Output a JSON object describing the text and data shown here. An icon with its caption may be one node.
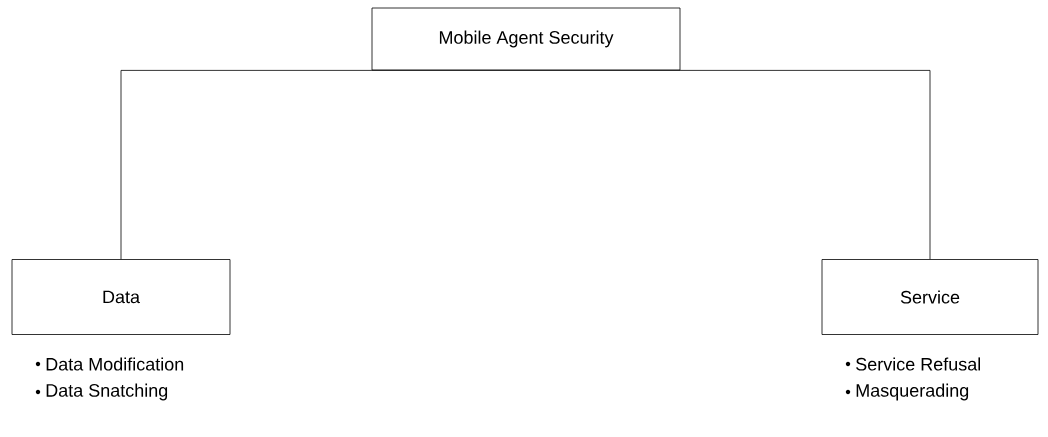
{
  "diagram": {
    "nodes": [
      {
        "text": [
          "Mobile Agent Security"
        ]
      },
      {
        "text": [
          "Data"
        ],
        "beside": [
          "Data Modification",
          "Data Snatching"
        ]
      },
      {
        "text": [
          "Service"
        ],
        "beside": [
          "Service Refusal",
          "Masquerading"
        ]
      }
    ],
    "edges": [
      {
        "from": 0,
        "to": 1,
        "arrow": "none"
      },
      {
        "from": 0,
        "to": 2,
        "arrow": "none"
      }
    ]
  }
}
